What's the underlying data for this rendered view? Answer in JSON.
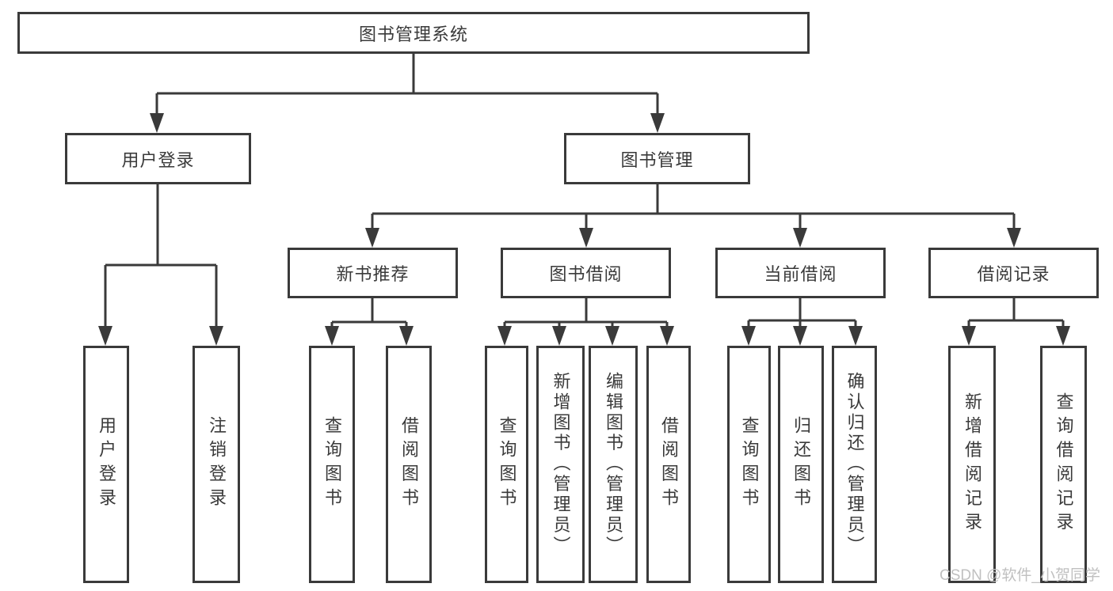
{
  "tree": {
    "label": "图书管理系统",
    "children": [
      {
        "label": "用户登录",
        "children": [
          {
            "label": "用户登录"
          },
          {
            "label": "注销登录"
          }
        ]
      },
      {
        "label": "图书管理",
        "children": [
          {
            "label": "新书推荐",
            "children": [
              {
                "label": "查询图书"
              },
              {
                "label": "借阅图书"
              }
            ]
          },
          {
            "label": "图书借阅",
            "children": [
              {
                "label": "查询图书"
              },
              {
                "label": "新增图书（管理员）"
              },
              {
                "label": "编辑图书（管理员）"
              },
              {
                "label": "借阅图书"
              }
            ]
          },
          {
            "label": "当前借阅",
            "children": [
              {
                "label": "查询图书"
              },
              {
                "label": "归还图书"
              },
              {
                "label": "确认归还（管理员）"
              }
            ]
          },
          {
            "label": "借阅记录",
            "children": [
              {
                "label": "新增借阅记录"
              },
              {
                "label": "查询借阅记录"
              }
            ]
          }
        ]
      }
    ]
  },
  "watermark": {
    "text": "CSDN @软件_小贺同学"
  },
  "colors": {
    "line": "#3a3a3a",
    "text": "#3a3a3a",
    "watermark": "#c0c0c0",
    "background": "#ffffff"
  }
}
